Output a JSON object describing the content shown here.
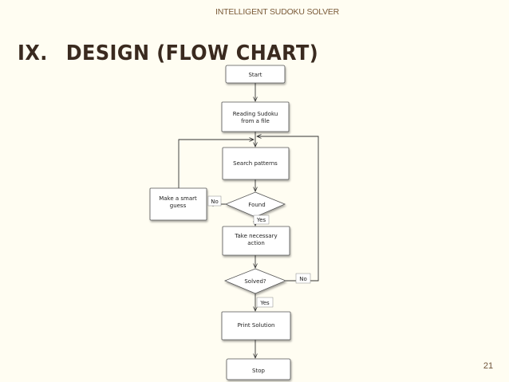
{
  "header": {
    "presentation_title": "INTELLIGENT SUDOKU SOLVER"
  },
  "slide": {
    "section_number": "IX.",
    "title": "DESIGN (FLOW CHART)",
    "page_number": "21"
  },
  "flowchart": {
    "nodes": {
      "start": [
        "Start"
      ],
      "read": [
        "Reading Sudoku",
        "from a file"
      ],
      "search": [
        "Search patterns"
      ],
      "guess": [
        "Make a smart",
        "guess"
      ],
      "found": [
        "Found"
      ],
      "action": [
        "Take necessary",
        "action"
      ],
      "solved": [
        "Solved?"
      ],
      "print": [
        "Print Solution"
      ],
      "stop": [
        "Stop"
      ]
    },
    "edge_labels": {
      "found_no": "No",
      "found_yes": "Yes",
      "solved_no": "No",
      "solved_yes": "Yes"
    }
  },
  "colors": {
    "background": "#fffdf2",
    "title": "#3a2a1f",
    "header": "#7a5a38",
    "box_fill": "#ffffff",
    "line": "#333333"
  }
}
